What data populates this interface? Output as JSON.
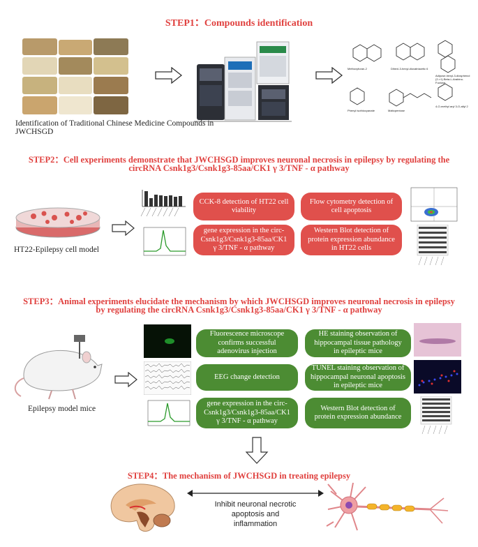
{
  "colors": {
    "heading": "#e0413f",
    "red_box": "#e0504c",
    "green_box": "#4c8c33"
  },
  "step1": {
    "heading": "STEP1：Compounds identification",
    "caption": "Identification of Traditional Chinese Medicine Compounds in JWCHSGD",
    "compound_labels": [
      "Methoxyfuran-2",
      "Dihexl-3-hexyl-dioxatriacetic 6",
      "Adipose-hexyl-3-diosphenol (2->1) Beta-L-Arabino-Fuctose",
      "Phenyl isothiocyanate",
      "Maltopentose",
      "4-O-methyl aryl 3-O-allyl 2"
    ]
  },
  "step2": {
    "heading_line1": "STEP2：Cell experiments demonstrate that JWCHSGD improves neuronal necrosis in epilepsy by regulating the",
    "heading_line2": "circRNA Csnk1g3/Csnk1g3-85aa/CK1 γ 3/TNF - α pathway",
    "model_caption": "HT22-Epilepsy cell model",
    "boxes": [
      "CCK-8 detection of HT22 cell viability",
      "Flow cytometry detection of cell apoptosis",
      "gene expression in the circ-Csnk1g3/Csnk1g3-85aa/CK1 γ 3/TNF - α pathway",
      "Western Blot detection of protein expression abundance in HT22 cells"
    ]
  },
  "step3": {
    "heading_line1": "STEP3：Animal experiments elucidate the mechanism by which JWCHSGD improves neuronal necrosis in epilepsy",
    "heading_line2": "by regulating the circRNA Csnk1g3/Csnk1g3-85aa/CK1 γ 3/TNF - α pathway",
    "model_caption": "Epilepsy model mice",
    "boxes": [
      "Fluorescence microscope confirms successful adenovirus injection",
      "HE staining observation of hippocampal tissue pathology in epileptic mice",
      "EEG change detection",
      "TUNEL staining observation of hippocampal neuronal apoptosis in epileptic mice",
      "gene expression in the circ-Csnk1g3/Csnk1g3-85aa/CK1 γ 3/TNF - α pathway",
      "Western Blot detection of protein expression abundance"
    ]
  },
  "step4": {
    "heading": "STEP4：The mechanism of JWCHSGD in treating epilepsy",
    "center_text": "Inhibit neuronal necrotic apoptosis and inflammation"
  },
  "icons": [
    "arrow-right-icon",
    "arrow-down-icon",
    "double-arrow-icon",
    "brain-icon",
    "neuron-icon",
    "mouse-icon",
    "petri-dish-icon",
    "hplc-instrument-icon"
  ]
}
